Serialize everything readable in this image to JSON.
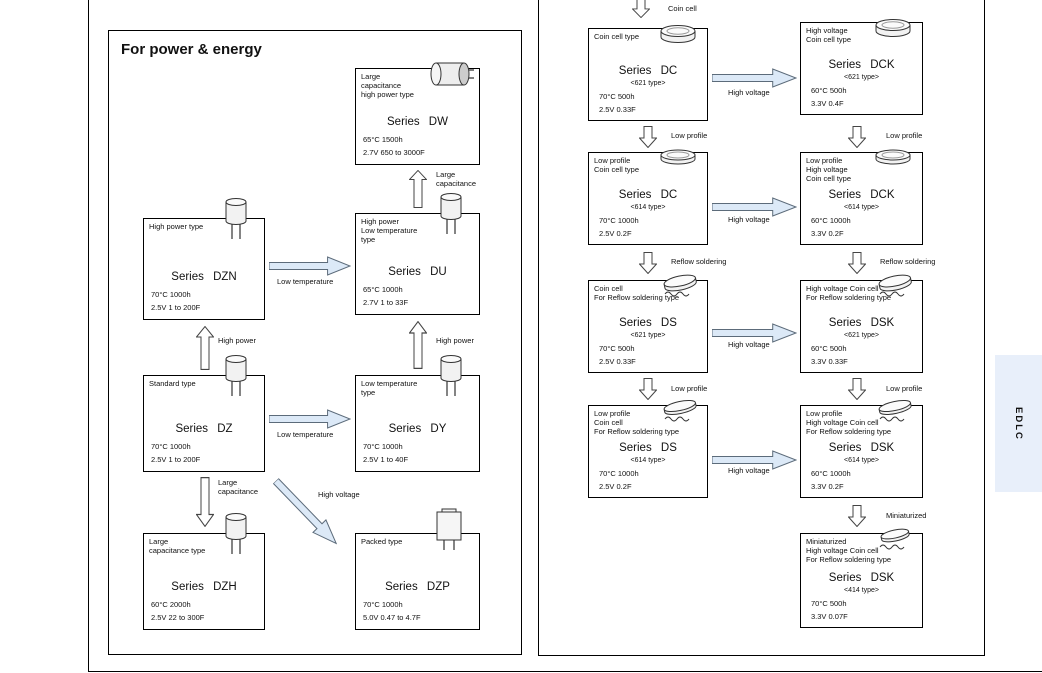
{
  "edlc_tab": {
    "label": "EDLC"
  },
  "power_panel": {
    "title": "For power & energy",
    "dw": {
      "type": "Large\ncapacitance\nhigh power type",
      "series": "Series DW",
      "spec1": "65°C 1500h",
      "spec2": "2.7V 650 to 3000F"
    },
    "dzn": {
      "type": "High power type",
      "series": "Series DZN",
      "spec1": "70°C 1000h",
      "spec2": "2.5V 1 to 200F"
    },
    "du": {
      "type": "High power\nLow temperature\ntype",
      "series": "Series DU",
      "spec1": "65°C 1000h",
      "spec2": "2.7V 1 to 33F"
    },
    "dz": {
      "type": "Standard type",
      "series": "Series DZ",
      "spec1": "70°C 1000h",
      "spec2": "2.5V 1 to 200F"
    },
    "dy": {
      "type": "Low temperature\ntype",
      "series": "Series DY",
      "spec1": "70°C 1000h",
      "spec2": "2.5V 1 to 40F"
    },
    "dzh": {
      "type": "Large\ncapacitance type",
      "series": "Series DZH",
      "spec1": "60°C 2000h",
      "spec2": "2.5V 22 to 300F"
    },
    "dzp": {
      "type": "Packed type",
      "series": "Series DZP",
      "spec1": "70°C 1000h",
      "spec2": "5.0V 0.47 to 4.7F"
    },
    "labels": {
      "low_temperature_top": "Low temperature",
      "low_temperature_bottom": "Low temperature",
      "large_capacitance_up": "Large\ncapacitance",
      "high_power_left": "High power",
      "high_power_right": "High power",
      "large_capacitance_down": "Large\ncapacitance",
      "high_voltage": "High voltage"
    }
  },
  "coin_panel": {
    "coin_cell_entry": "Coin cell",
    "dc_621": {
      "type": "Coin cell type",
      "series": "Series DC",
      "variant": "<621 type>",
      "spec1": "70°C 500h",
      "spec2": "2.5V 0.33F"
    },
    "dck_621": {
      "type": "High voltage\nCoin cell type",
      "series": "Series DCK",
      "variant": "<621 type>",
      "spec1": "60°C 500h",
      "spec2": "3.3V 0.4F"
    },
    "dc_614": {
      "type": "Low profile\nCoin cell type",
      "series": "Series DC",
      "variant": "<614 type>",
      "spec1": "70°C 1000h",
      "spec2": "2.5V 0.2F"
    },
    "dck_614": {
      "type": "Low profile\nHigh voltage\nCoin cell type",
      "series": "Series DCK",
      "variant": "<614 type>",
      "spec1": "60°C 1000h",
      "spec2": "3.3V 0.2F"
    },
    "ds_621": {
      "type": "Coin cell\nFor Reflow soldering type",
      "series": "Series DS",
      "variant": "<621 type>",
      "spec1": "70°C 500h",
      "spec2": "2.5V 0.33F"
    },
    "dsk_621": {
      "type": "High voltage Coin cell\nFor Reflow soldering type",
      "series": "Series DSK",
      "variant": "<621 type>",
      "spec1": "60°C 500h",
      "spec2": "3.3V 0.33F"
    },
    "ds_614": {
      "type": "Low profile\nCoin cell\nFor Reflow soldering type",
      "series": "Series DS",
      "variant": "<614 type>",
      "spec1": "70°C 1000h",
      "spec2": "2.5V 0.2F"
    },
    "dsk_614": {
      "type": "Low profile\nHigh voltage Coin cell\nFor Reflow soldering type",
      "series": "Series DSK",
      "variant": "<614 type>",
      "spec1": "60°C 1000h",
      "spec2": "3.3V 0.2F"
    },
    "dsk_414": {
      "type": "Miniaturized\nHigh voltage Coin cell\nFor Reflow soldering type",
      "series": "Series DSK",
      "variant": "<414 type>",
      "spec1": "70°C 500h",
      "spec2": "3.3V 0.07F"
    },
    "labels": {
      "high_voltage_row1": "High voltage",
      "high_voltage_row2": "High voltage",
      "high_voltage_row3": "High voltage",
      "high_voltage_row4": "High voltage",
      "low_profile_a1": "Low profile",
      "low_profile_b1": "Low profile",
      "reflow_a": "Reflow soldering",
      "reflow_b": "Reflow soldering",
      "low_profile_a2": "Low profile",
      "low_profile_b2": "Low profile",
      "miniaturized": "Miniaturized"
    }
  }
}
